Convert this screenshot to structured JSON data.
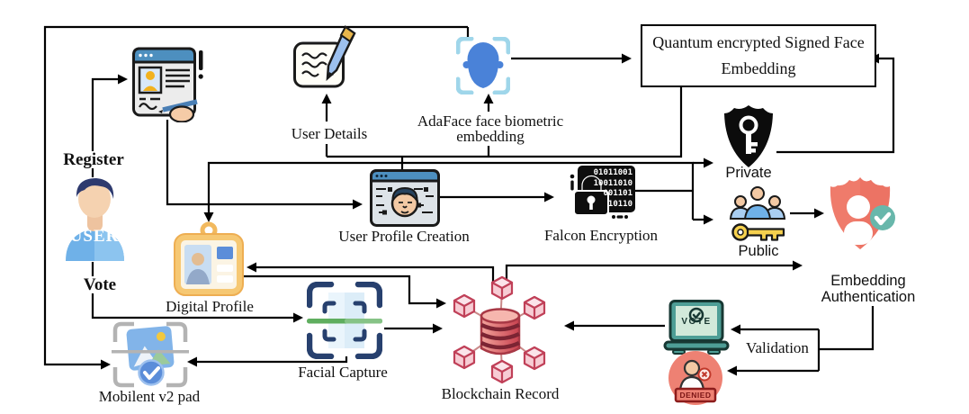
{
  "labels": {
    "register": "Register",
    "vote": "Vote",
    "user_details": "User Details",
    "adaface": "AdaFace face biometric embedding",
    "quantum_box": "Quantum encrypted Signed Face Embedding",
    "user_profile_creation": "User Profile Creation",
    "falcon_encryption": "Falcon Encryption",
    "private_key": "Private",
    "public_key": "Public",
    "embedding_authentication": "Embedding Authentication",
    "digital_profile": "Digital Profile",
    "facial_capture": "Facial Capture",
    "blockchain_record": "Blockchain Record",
    "mobilent": "Mobilent v2 pad",
    "validation": "Validation"
  },
  "icon_text": {
    "avatar": "USER",
    "laptop_screen": "VOTE",
    "denied_stamp": "DENIED",
    "falcon_binary": [
      "01011001",
      "10011010",
      "001101",
      "10110"
    ]
  },
  "colors": {
    "line": "#000000",
    "accent_blue": "#4a82d8",
    "bracket_light_blue": "#9fd6ea",
    "scan_navy": "#27406e",
    "scan_green": "#5fae5f",
    "card_orange": "#f6c873",
    "key_yellow": "#f6d14e",
    "shield_black": "#0c0c0c",
    "shield_salmon": "#ef7b6b",
    "check_teal": "#68b7ab",
    "laptop_teal": "#4e9e96",
    "denied_salmon": "#ee8173",
    "blockchain_red": "#c04058",
    "skin": "#f3c9a4",
    "header_blue": "#4d8fbf"
  }
}
